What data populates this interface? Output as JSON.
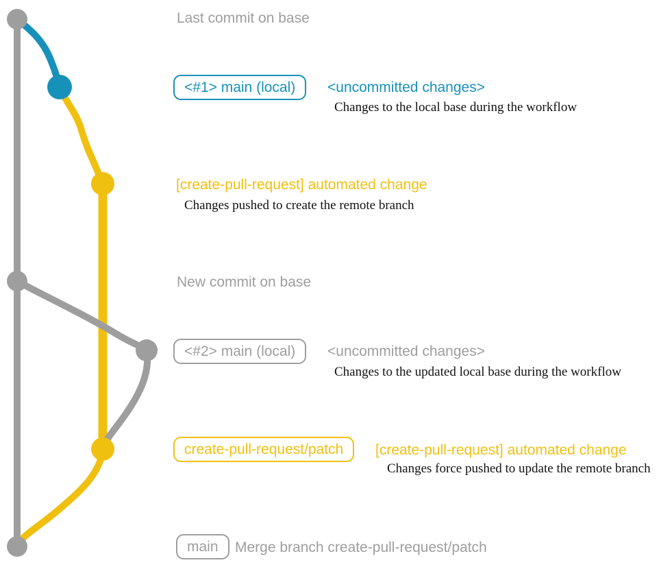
{
  "colors": {
    "gray": "#9e9e9e",
    "blue": "#1791b9",
    "yellow": "#f0c010",
    "text": "#111111",
    "background": "#ffffff"
  },
  "annotations": {
    "last_commit": {
      "title": "Last commit on base"
    },
    "uncommitted_1": {
      "badge": "<#1> main (local)",
      "tag": "<uncommitted changes>",
      "desc": "Changes to the local base during the workflow"
    },
    "automated_1": {
      "label": "[create-pull-request] automated change",
      "desc": "Changes pushed to create the remote branch"
    },
    "new_commit": {
      "title": "New commit on base"
    },
    "uncommitted_2": {
      "badge": "<#2> main (local)",
      "tag": "<uncommitted changes>",
      "desc": "Changes to the updated local base during the workflow"
    },
    "automated_2": {
      "badge": "create-pull-request/patch",
      "label": "[create-pull-request] automated change",
      "desc": "Changes force pushed to update the remote branch"
    },
    "merge": {
      "badge": "main",
      "label": "Merge branch create-pull-request/patch"
    }
  }
}
